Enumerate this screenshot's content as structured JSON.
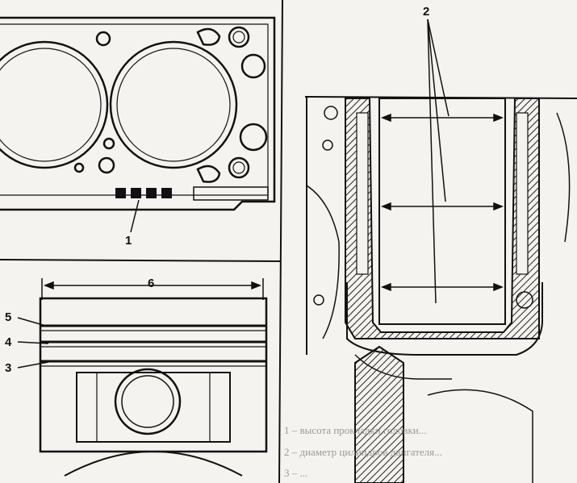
{
  "figure": {
    "callouts": {
      "c1": "1",
      "c2": "2",
      "c3": "3",
      "c4": "4",
      "c5": "5",
      "c6": "6"
    },
    "caption_lines": [
      "1 – высота прокладки головки...",
      "2 – диаметр цилиндров двигателя...",
      "3 – ..."
    ],
    "colors": {
      "ink": "#111111",
      "paper": "#f4f3ef",
      "hatch": "#222222",
      "faded_text": "#9a9a96"
    }
  }
}
